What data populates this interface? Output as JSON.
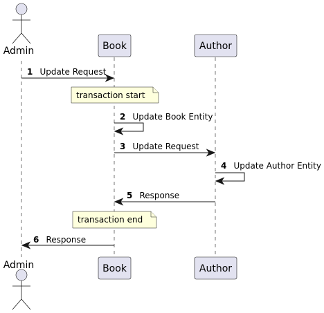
{
  "participants": {
    "admin": {
      "name": "Admin",
      "kind": "actor"
    },
    "book": {
      "name": "Book",
      "kind": "participant"
    },
    "author": {
      "name": "Author",
      "kind": "participant"
    }
  },
  "messages": [
    {
      "number": "1",
      "text": "Update Request",
      "from": "admin",
      "to": "book"
    },
    {
      "number": "2",
      "text": "Update Book Entity",
      "from": "book",
      "to": "book"
    },
    {
      "number": "3",
      "text": "Update Request",
      "from": "book",
      "to": "author"
    },
    {
      "number": "4",
      "text": "Update Author Entity",
      "from": "author",
      "to": "author"
    },
    {
      "number": "5",
      "text": "Response",
      "from": "author",
      "to": "book"
    },
    {
      "number": "6",
      "text": "Response",
      "from": "book",
      "to": "admin"
    }
  ],
  "notes": {
    "transaction_start": "transaction start",
    "transaction_end": "transaction end"
  },
  "colors": {
    "participant_fill": "#E2E2F0",
    "note_fill": "#FEFFDD",
    "line": "#181818"
  }
}
